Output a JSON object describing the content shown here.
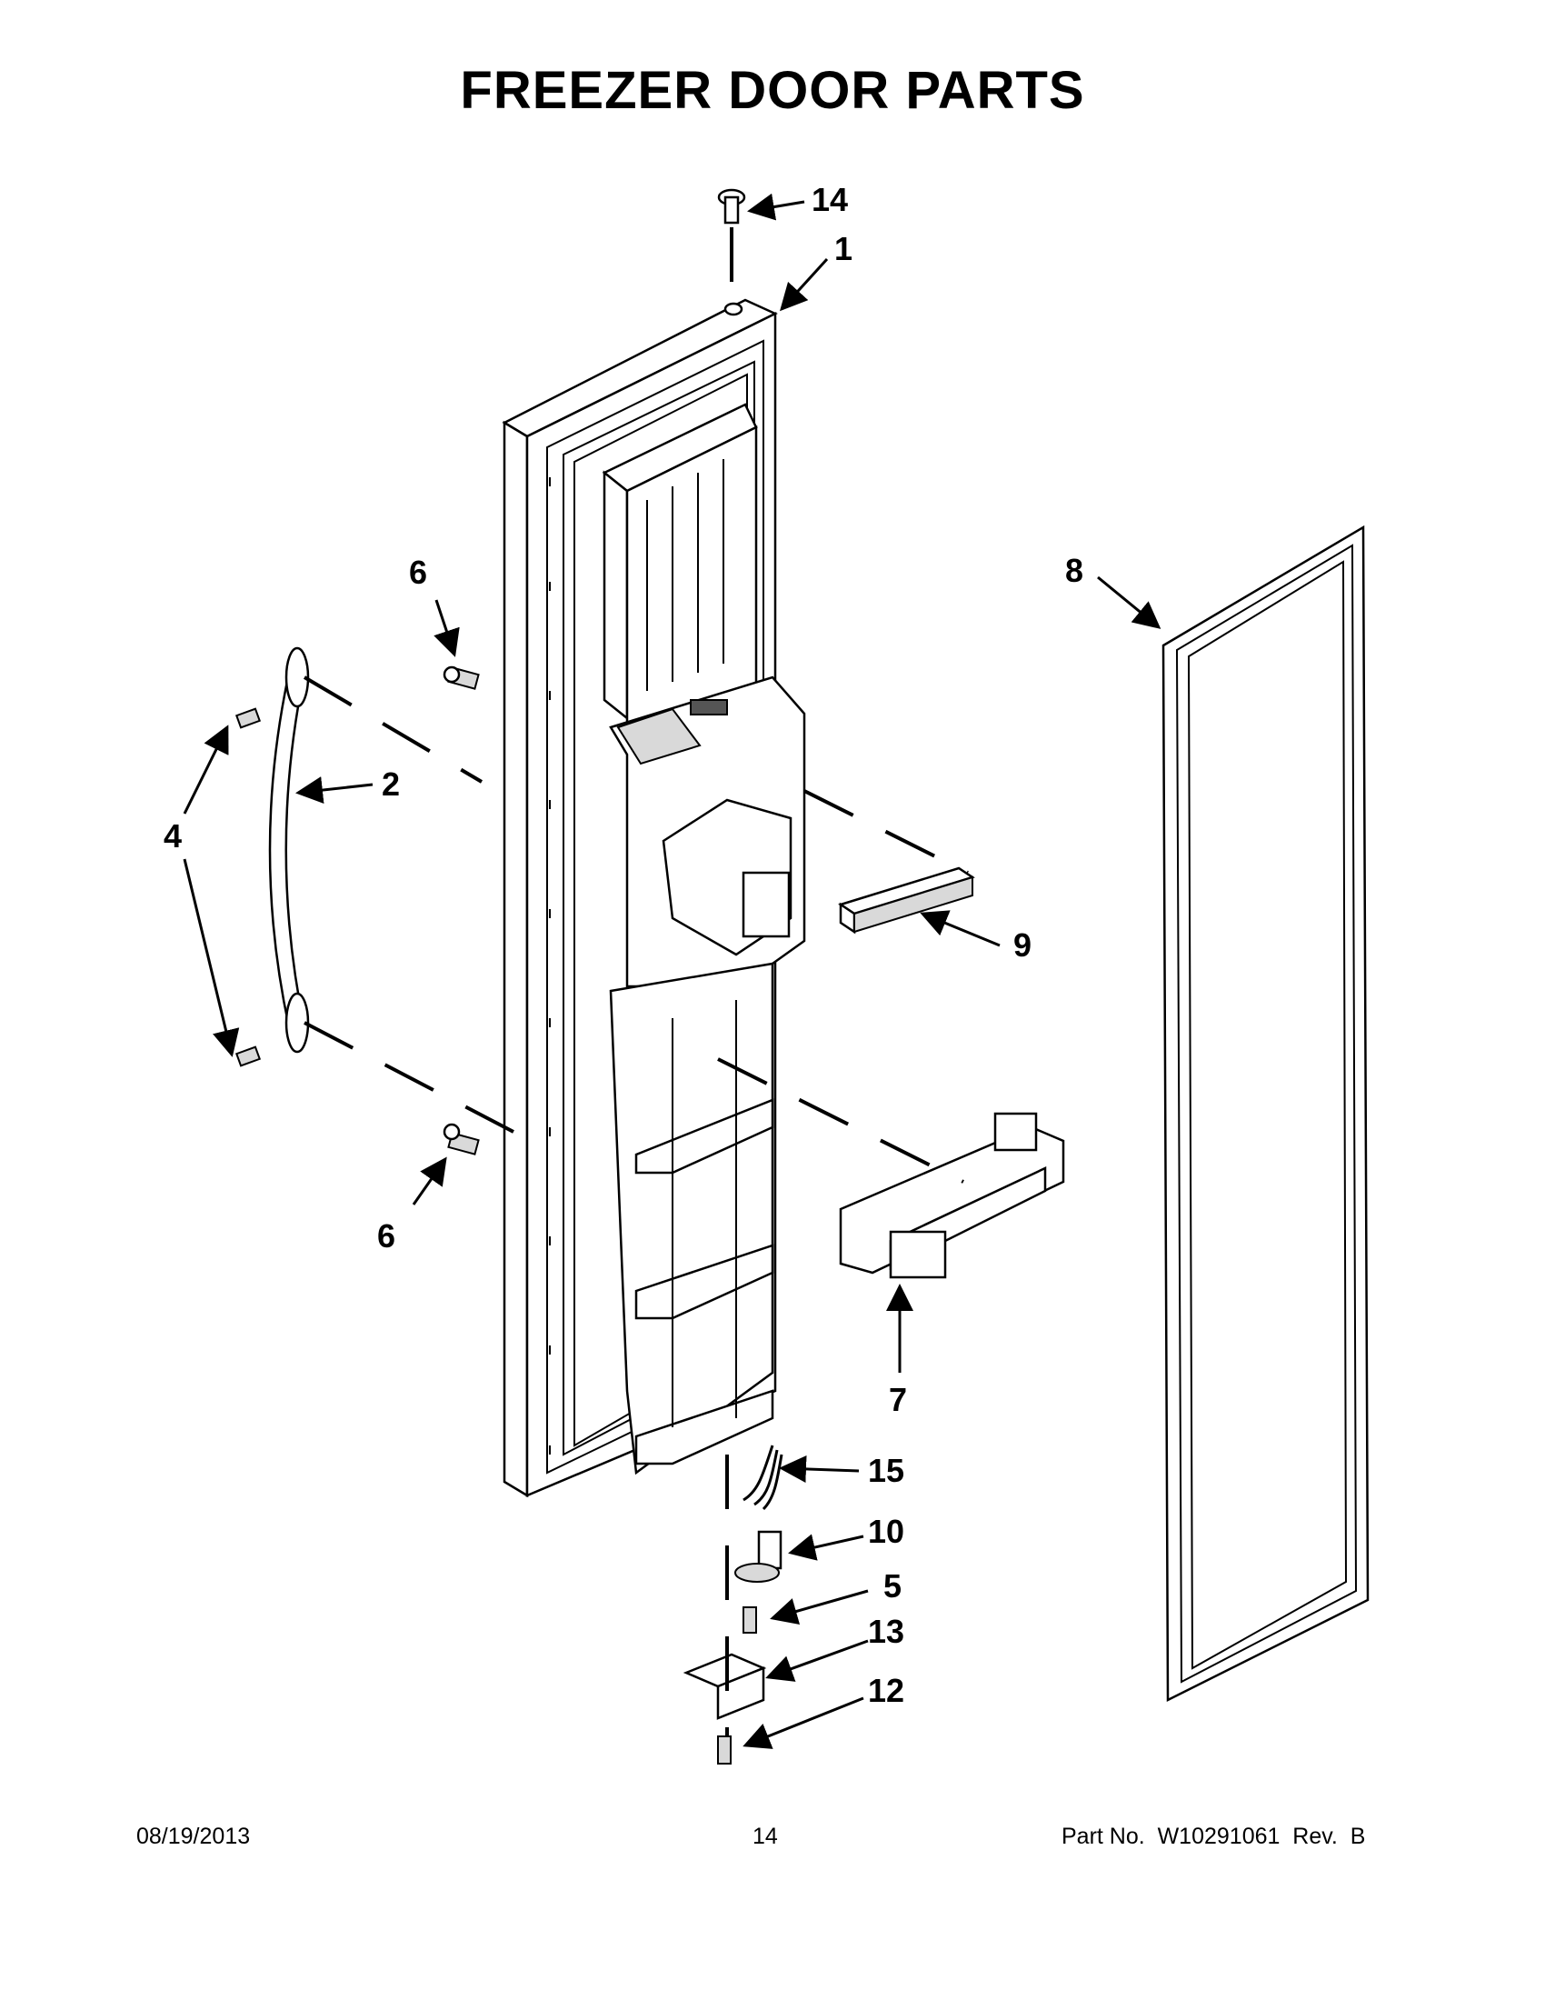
{
  "title": "FREEZER DOOR PARTS",
  "footer": {
    "date": "08/19/2013",
    "page": "14",
    "part_no": "Part No.  W10291061  Rev.  B"
  },
  "callouts": {
    "c1": "1",
    "c2": "2",
    "c4": "4",
    "c5": "5",
    "c6a": "6",
    "c6b": "6",
    "c7": "7",
    "c8": "8",
    "c9": "9",
    "c10": "10",
    "c12": "12",
    "c13": "13",
    "c14": "14",
    "c15": "15"
  }
}
